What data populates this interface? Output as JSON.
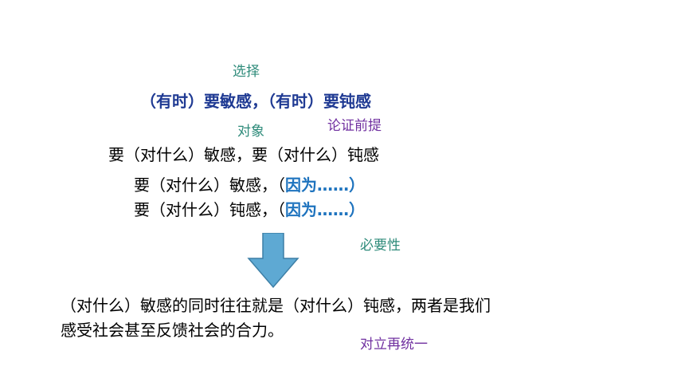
{
  "colors": {
    "teal": "#2e8b7a",
    "purple": "#7030a0",
    "navy": "#1f3a93",
    "blue": "#1e73be",
    "arrow_fill": "#5ea9d3",
    "arrow_stroke": "#3d7fa6"
  },
  "labels": {
    "choose": "选择",
    "object": "对象",
    "premise": "论证前提",
    "necessity": "必要性",
    "unity": "对立再统一"
  },
  "line1": "（有时）要敏感，（有时）要钝感",
  "line2": "要（对什么）敏感，要（对什么）钝感",
  "line3": {
    "prefix": "要（对什么）敏感，（",
    "because": "因为",
    "suffix": "……）"
  },
  "line4": {
    "prefix": "要（对什么）钝感，（",
    "because": "因为",
    "suffix": "……）"
  },
  "arrow_icon": "down-arrow-icon",
  "conclusion": {
    "line1": "（对什么）敏感的同时往往就是（对什么）钝感，两者是我们",
    "line2": "感受社会甚至反馈社会的合力。"
  }
}
